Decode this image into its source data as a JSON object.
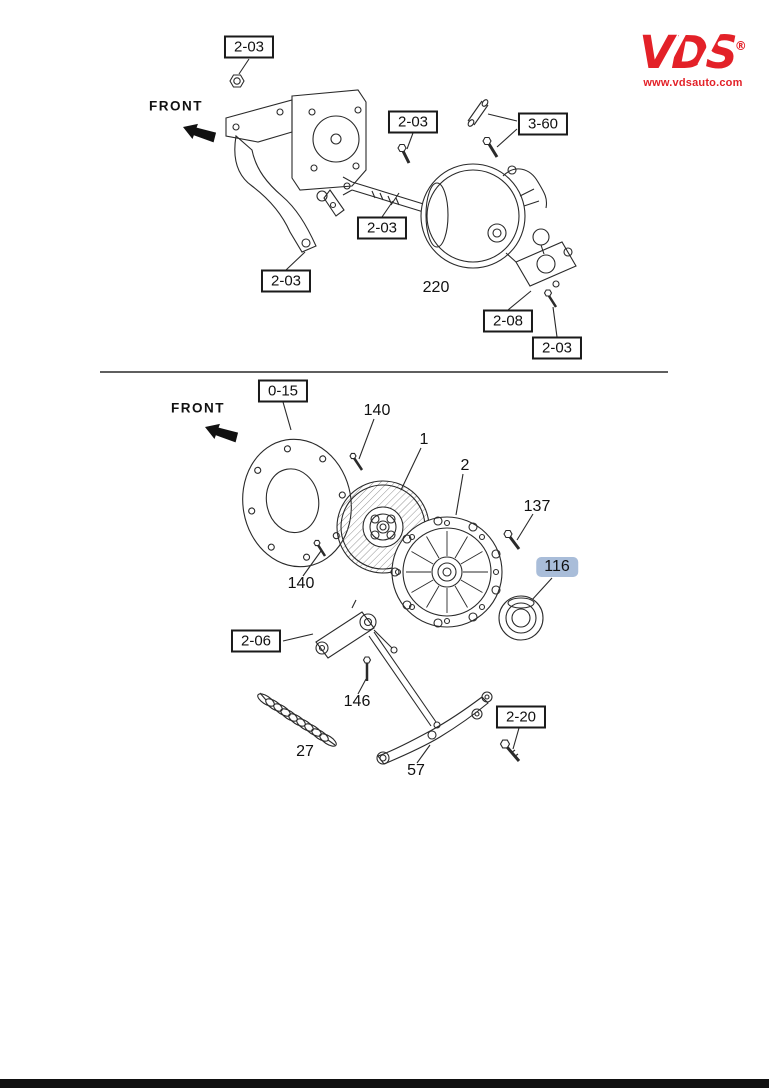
{
  "colors": {
    "logo_red": "#e32128",
    "highlight_blue": "#a9bdd9",
    "line": "#2a2a2a"
  },
  "logo": {
    "text": "VDS",
    "reg": "®",
    "site": "www.vdsauto.com"
  },
  "top_diagram": {
    "front_label": "FRONT",
    "callouts": [
      {
        "label": "2-03"
      },
      {
        "label": "2-03"
      },
      {
        "label": "3-60"
      },
      {
        "label": "2-03"
      },
      {
        "label": "2-03"
      },
      {
        "label": "2-08"
      },
      {
        "label": "2-03"
      }
    ],
    "part_labels": [
      {
        "text": "220"
      }
    ]
  },
  "bottom_diagram": {
    "front_label": "FRONT",
    "callouts": [
      {
        "label": "0-15"
      },
      {
        "label": "2-06"
      },
      {
        "label": "2-20"
      }
    ],
    "part_labels": [
      {
        "text": "140"
      },
      {
        "text": "1"
      },
      {
        "text": "2"
      },
      {
        "text": "137"
      },
      {
        "text": "116",
        "highlighted": true
      },
      {
        "text": "140"
      },
      {
        "text": "146"
      },
      {
        "text": "27"
      },
      {
        "text": "57"
      }
    ]
  }
}
